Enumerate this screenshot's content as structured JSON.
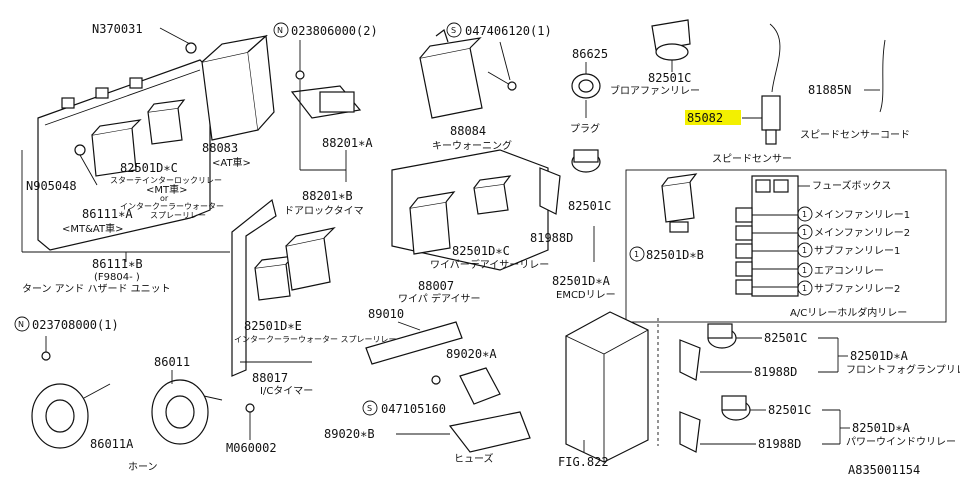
{
  "labels": {
    "n370031": "N370031",
    "n023806000": "023806000(2)",
    "s047406120": "047406120(1)",
    "p86625": "86625",
    "p82501c_top": "82501C",
    "blower_relay": "ブロアファンリレー",
    "p81885n": "81885N",
    "p85082": "85082",
    "speed_sensor_cord": "スピードセンサーコード",
    "plug": "プラグ",
    "speed_sensor": "スピードセンサー",
    "p88083": "88083",
    "at_car": "<AT車>",
    "p88201a": "88201∗A",
    "p88084": "88084",
    "key_warning": "キーウォーニング",
    "n905048": "N905048",
    "p82501dc_1": "82501D∗C",
    "starter_interlock": "スターテインターロックリレー",
    "mt_car": "<MT車>",
    "or": "or",
    "interlock_warning": "インタークーラーウォーター",
    "spray_relay": "スプレーリレー",
    "p86111a": "86111∗A",
    "mt_at": "<MT&AT車>",
    "p88201b": "88201∗B",
    "door_lock_timer": "ドアロックタイマ",
    "fuse_box": "フューズボックス",
    "p82501c_mid": "82501C",
    "p81988d_mid": "81988D",
    "p82501db": "82501D∗B",
    "main_fan_relay_1": "メインファンリレー1",
    "main_fan_relay_2": "メインファンリレー2",
    "sub_fan_relay_1": "サブファンリレー1",
    "aircon_relay": "エアコンリレー",
    "sub_fan_relay_2": "サブファンリレー2",
    "circle_1": "1",
    "p82501dc_2": "82501D∗C",
    "wiper_deicer_relay": "ワイパーデアイサーリレー",
    "p86111b": "86111∗B",
    "f9804": "(F9804-     )",
    "turn_hazard": "ターン アンド ハザード ユニット",
    "p88007": "88007",
    "wiper_deicer": "ワイパ デアイサー",
    "p82501da_emcd": "82501D∗A",
    "emcd_relay": "EMCDリレー",
    "ac_relay_holder": "A/Cリレーホルダ内リレー",
    "n023708000": "023708000(1)",
    "p89010": "89010",
    "p82501de": "82501D∗E",
    "interlock_spray": "インタークーラーウォーター スプレーリレー",
    "p88017": "88017",
    "ic_timer": "I/Cタイマー",
    "p86011": "86011",
    "p89020a": "89020∗A",
    "s047105160": "047105160",
    "p82501c_r1": "82501C",
    "p82501da_r1": "82501D∗A",
    "front_fog_relay": "フロントフォグランプリレー",
    "p81988d_r1": "81988D",
    "p86011a": "86011A",
    "m060002": "M060002",
    "p89020b": "89020∗B",
    "fuse": "ヒューズ",
    "fig822": "FIG.822",
    "p82501c_r2": "82501C",
    "p82501da_r2": "82501D∗A",
    "power_window_relay": "パワーウインドウリレー",
    "p81988d_r2": "81988D",
    "horn": "ホーン",
    "diagram_id": "A835001154",
    "circle_n": "N",
    "circle_s": "S"
  },
  "colors": {
    "highlight": "#f3f000"
  }
}
